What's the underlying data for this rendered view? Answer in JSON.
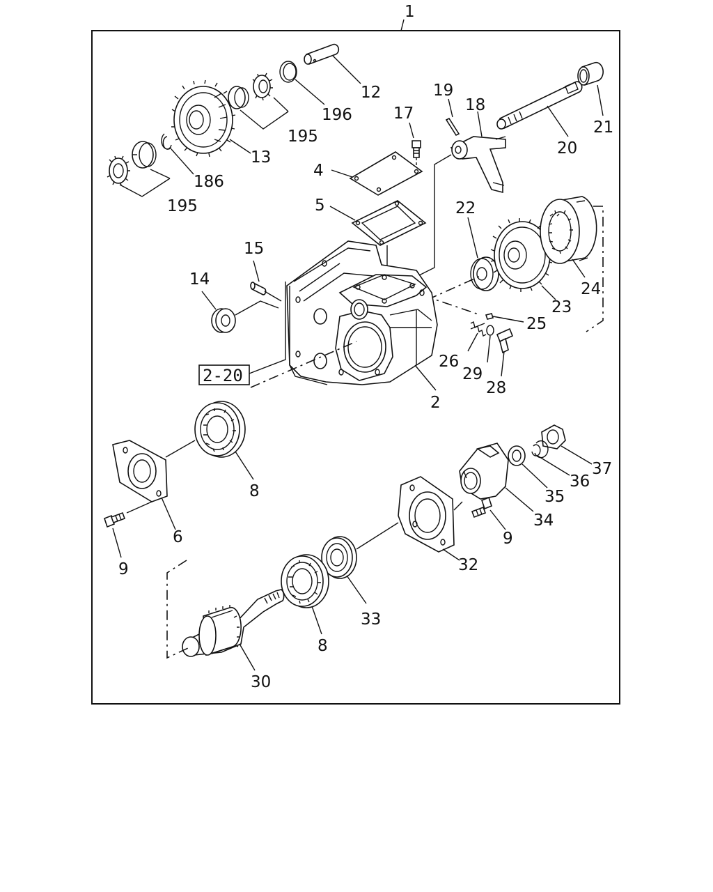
{
  "diagram": {
    "assembly_label": "1",
    "reference_box": "2-20",
    "callouts": {
      "c2": "2",
      "c4": "4",
      "c5": "5",
      "c6": "6",
      "c8a": "8",
      "c8b": "8",
      "c9a": "9",
      "c9b": "9",
      "c12": "12",
      "c13": "13",
      "c14": "14",
      "c15": "15",
      "c17": "17",
      "c18": "18",
      "c19": "19",
      "c20": "20",
      "c21": "21",
      "c22": "22",
      "c23": "23",
      "c24": "24",
      "c25": "25",
      "c26": "26",
      "c28": "28",
      "c29": "29",
      "c30": "30",
      "c32": "32",
      "c33": "33",
      "c34": "34",
      "c35": "35",
      "c36": "36",
      "c37": "37",
      "c186": "186",
      "c195a": "195",
      "c195b": "195",
      "c196": "196"
    }
  }
}
